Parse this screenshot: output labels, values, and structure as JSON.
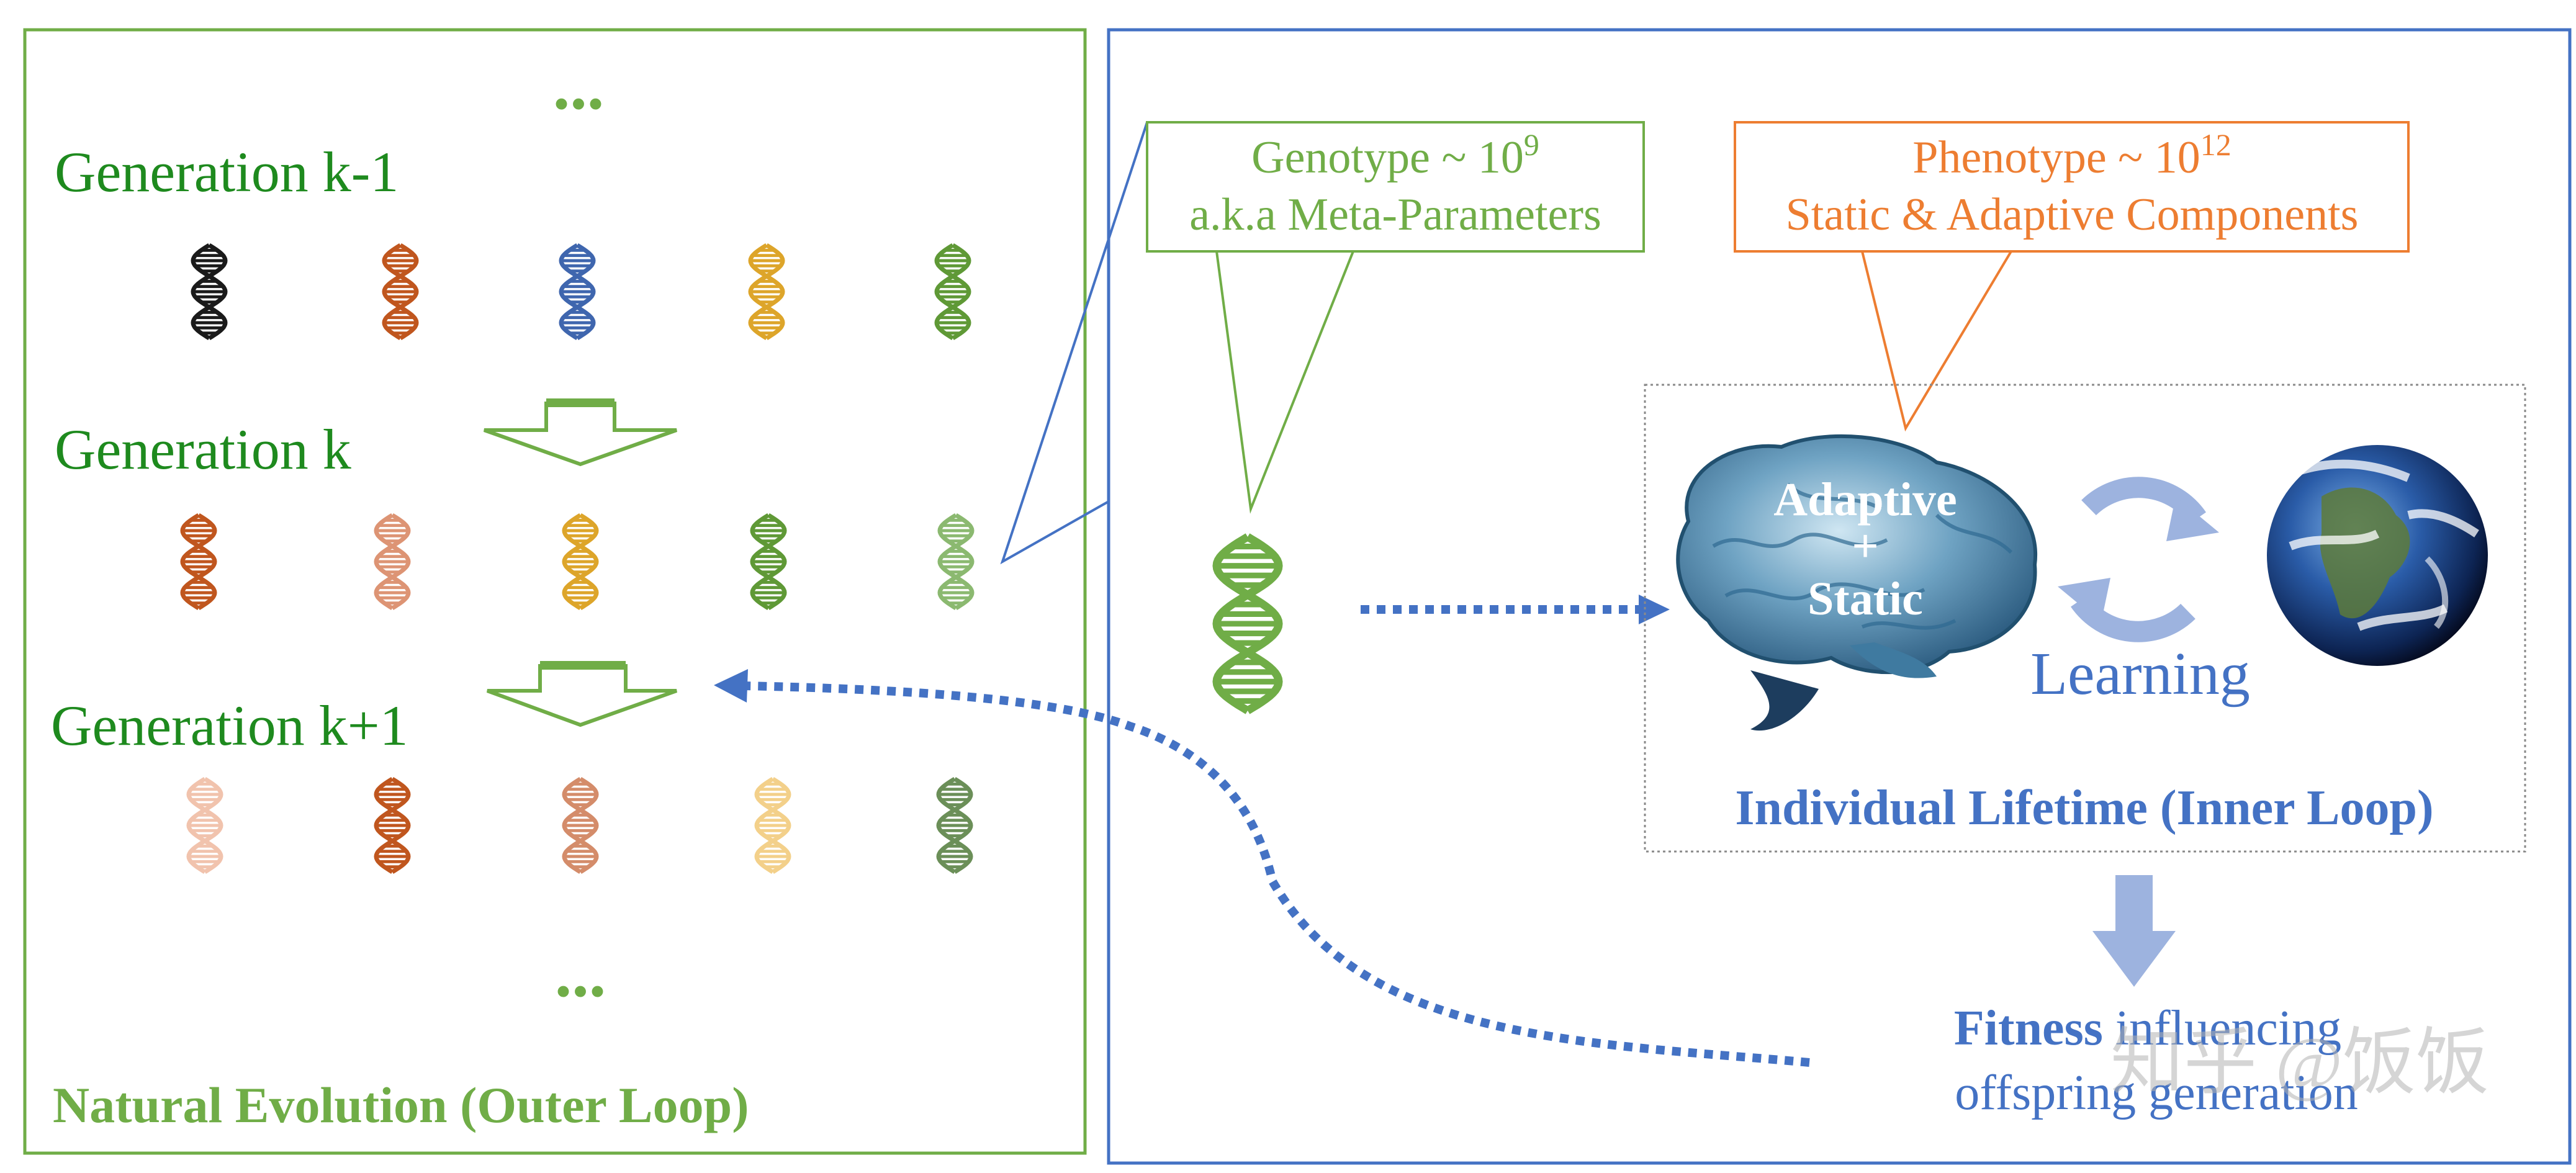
{
  "outer": {
    "ellipsis": "...",
    "generations": [
      {
        "label": "Generation k-1",
        "colors": [
          "#1a1a1a",
          "#c0561e",
          "#3f66ae",
          "#dda52a",
          "#5f9936"
        ]
      },
      {
        "label": "Generation k",
        "colors": [
          "#c0561e",
          "#dd9474",
          "#dda52a",
          "#5f9936",
          "#8bb970"
        ]
      },
      {
        "label": "Generation k+1",
        "colors": [
          "#f1c3ad",
          "#c0561e",
          "#d48c6a",
          "#f3d08a",
          "#6b8f58"
        ]
      }
    ],
    "title": "Natural Evolution (Outer Loop)"
  },
  "genotype": {
    "line1": "Genotype ~ 10",
    "sup": "9",
    "line2": "a.k.a Meta-Parameters"
  },
  "phenotype": {
    "line1": "Phenotype ~ 10",
    "sup": "12",
    "line2": "Static & Adaptive Components"
  },
  "inner": {
    "brain_line1": "Adaptive",
    "brain_line2": "+",
    "brain_line3": "Static",
    "learning": "Learning",
    "title": "Individual Lifetime (Inner Loop)"
  },
  "fitness": {
    "bold": "Fitness",
    "rest": " influencing",
    "line2": "offspring generation"
  },
  "watermark": "知乎 @饭饭",
  "colors": {
    "green": "#70ad47",
    "dark_green": "#1e8a1e",
    "blue": "#4472c4",
    "orange": "#ed7d31",
    "light_blue": "#9db3df"
  }
}
